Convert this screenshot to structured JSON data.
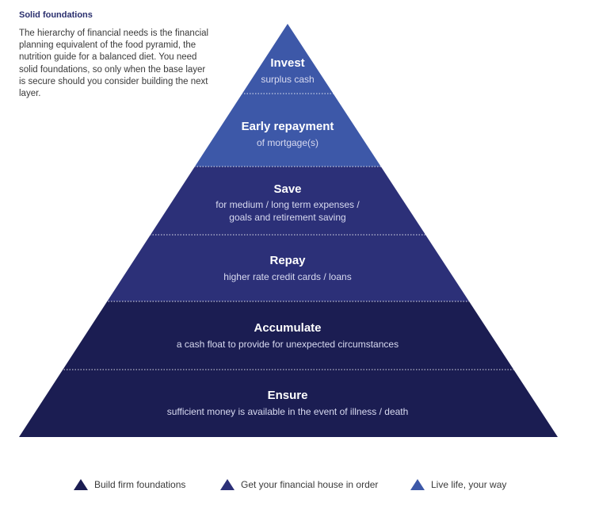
{
  "intro": {
    "title": "Solid foundations",
    "body": "The hierarchy of financial needs is the financial planning equivalent of the food pyramid, the nutrition guide for a balanced diet. You need solid foundations, so only when the base layer is secure should you consider building the next layer."
  },
  "pyramid": {
    "layers": [
      {
        "title": "Invest",
        "subtitle": [
          "surplus cash"
        ],
        "group": 2
      },
      {
        "title": "Early repayment",
        "subtitle": [
          "of mortgage(s)"
        ],
        "group": 2
      },
      {
        "title": "Save",
        "subtitle": [
          "for medium / long term expenses /",
          "goals and retirement saving"
        ],
        "group": 1
      },
      {
        "title": "Repay",
        "subtitle": [
          "higher rate credit cards / loans"
        ],
        "group": 1
      },
      {
        "title": "Accumulate",
        "subtitle": [
          "a cash float to provide for unexpected circumstances"
        ],
        "group": 0
      },
      {
        "title": "Ensure",
        "subtitle": [
          "sufficient money is available in the event of illness / death"
        ],
        "group": 0
      }
    ]
  },
  "legend": [
    {
      "label": "Build firm foundations",
      "color": "#1b1d52"
    },
    {
      "label": "Get your financial house in order",
      "color": "#2c3078"
    },
    {
      "label": "Live life, your way",
      "color": "#3d58a8"
    }
  ],
  "colors": {
    "group0": "#1b1d52",
    "group1": "#2c3078",
    "group2": "#3d58a8",
    "separator": "#ffffff"
  }
}
